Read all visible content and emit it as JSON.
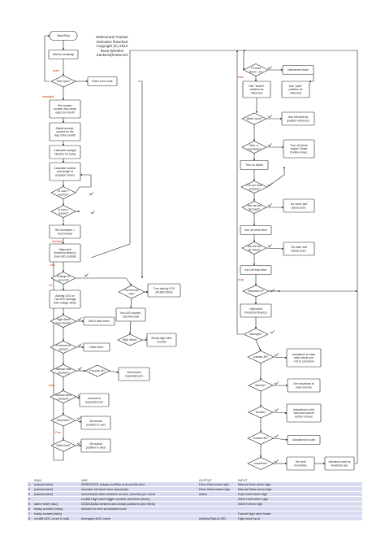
{
  "title_lines": [
    "Webcontrol Tracker",
    "Indicative flowchart",
    "Copyright (C) 2012",
    "Ross Wheeler",
    "trackers@rosw.net"
  ],
  "colors": {
    "box_fill": "#ffffff",
    "stroke": "#222222",
    "legend_row": "#d9dcf0",
    "flag_text": "#cc3300"
  },
  "nodes": [
    {
      "id": "start",
      "shape": "rounded",
      "text": [
        "Start/Stop"
      ]
    },
    {
      "id": "wait_protimap",
      "shape": "rect",
      "text": [
        "Wait for protimap"
      ]
    },
    {
      "id": "time_sync",
      "shape": "diamond",
      "text": [
        "Time sync?"
      ]
    },
    {
      "id": "flash_error",
      "shape": "rect",
      "text": [
        "Flash error code"
      ]
    },
    {
      "id": "set_sunrise",
      "shape": "rect",
      "text": [
        "Set sunrise,",
        "sunset, day creep",
        "rates for month"
      ]
    },
    {
      "id": "adjust_sunrise",
      "shape": "rect",
      "text": [
        "Adjust sunrise,",
        "sunset for the",
        "day of the month"
      ]
    },
    {
      "id": "calc_sunlight",
      "shape": "rect",
      "text": [
        "Calculate sunlight",
        "minutes for today"
      ]
    },
    {
      "id": "calc_actuation",
      "shape": "rect",
      "text": [
        "Calculate number",
        "and length of",
        "actuator moves"
      ]
    },
    {
      "id": "now_sunrise",
      "shape": "diamond",
      "text": [
        "Is now <",
        "sunrise?"
      ]
    },
    {
      "id": "now_sunset",
      "shape": "diamond",
      "text": [
        "Is now >",
        "sunset?"
      ]
    },
    {
      "id": "set_movetime",
      "shape": "rect",
      "text": [
        "Set movetime =",
        "next minute"
      ]
    },
    {
      "id": "high_wind_timer",
      "shape": "rect",
      "text": [
        "High wind",
        "threshold timer(s)",
        "clear A/D on/total"
      ]
    },
    {
      "id": "change_second",
      "shape": "diamond",
      "text": [
        "Change of",
        "second?"
      ]
    },
    {
      "id": "activity_led",
      "shape": "rect",
      "text": [
        "Activity LED on",
        "Calc A/D average",
        "Add voltage offset"
      ]
    },
    {
      "id": "current_sec",
      "shape": "diamond",
      "text": [
        "Current sec",
        "=59?"
      ]
    },
    {
      "id": "turn_activity_off",
      "shape": "rect",
      "text": [
        "Turn activity LED",
        "off after 50ms"
      ]
    },
    {
      "id": "incr_ad",
      "shape": "rect",
      "text": [
        "Incr A/D counter,",
        "add A/D total"
      ]
    },
    {
      "id": "high_wind_over",
      "shape": "diamond",
      "text": [
        "High Wind",
        "over thresh?"
      ]
    },
    {
      "id": "set_wind_timer",
      "shape": "rect",
      "text": [
        "Set hi wind timer"
      ]
    },
    {
      "id": "high_wind_q",
      "shape": "diamond",
      "text": [
        "High Wind?"
      ]
    },
    {
      "id": "bump_counter",
      "shape": "rect",
      "text": [
        "Bump high wind",
        "counter"
      ]
    },
    {
      "id": "hi_wind_cancel",
      "shape": "diamond",
      "text": [
        "Hi wind tmr",
        "cancel?"
      ]
    },
    {
      "id": "clear_timer",
      "shape": "rect",
      "text": [
        "Clear timer."
      ]
    },
    {
      "id": "manual_east",
      "shape": "diamond",
      "text": [
        "Manual east",
        "pressed?"
      ]
    },
    {
      "id": "pos_ok",
      "shape": "diamond",
      "text": [
        "Pos pos ok?"
      ]
    },
    {
      "id": "decrement_pos",
      "shape": "rect",
      "text": [
        "Decrement",
        "requested pos"
      ]
    },
    {
      "id": "manual_west",
      "shape": "diamond",
      "text": [
        "Manual west",
        "pressed?"
      ]
    },
    {
      "id": "increment_pos",
      "shape": "rect",
      "text": [
        "Increment",
        "requested pos"
      ]
    },
    {
      "id": "east_limit",
      "shape": "diamond",
      "text": [
        "East limit?"
      ]
    },
    {
      "id": "set_east_pos",
      "shape": "rect",
      "text": [
        "Set actual",
        "position to east"
      ]
    },
    {
      "id": "west_limit",
      "shape": "diamond",
      "text": [
        "West limit?"
      ]
    },
    {
      "id": "set_west_pos",
      "shape": "rect",
      "text": [
        "Set actual",
        "position to west"
      ]
    },
    {
      "id": "wind_timer_0",
      "shape": "diamond",
      "text": [
        "Hi wind",
        "timer > 0?"
      ]
    },
    {
      "id": "decrement_timer",
      "shape": "rect",
      "text": [
        "Decrement timer"
      ]
    },
    {
      "id": "use_stored",
      "shape": "rect",
      "text": [
        "Use \"stored\"",
        "position as",
        "reference"
      ]
    },
    {
      "id": "use_park",
      "shape": "rect",
      "text": [
        "Use \"park\"",
        "position as",
        "reference"
      ]
    },
    {
      "id": "wash_input",
      "shape": "diamond",
      "text": [
        "Wash input?"
      ]
    },
    {
      "id": "use_full_west",
      "shape": "rect",
      "text": [
        "Use full west as",
        "position reference"
      ]
    },
    {
      "id": "now_movetime",
      "shape": "diamond",
      "text": [
        "Now >=",
        "movetime?"
      ]
    },
    {
      "id": "turn_off_alarm",
      "shape": "rect",
      "text": [
        "Turn off Alarm",
        "output. Reset",
        "PreRun timer."
      ]
    },
    {
      "id": "turn_on_alarm",
      "shape": "rect",
      "text": [
        "Turn on Alarm"
      ]
    },
    {
      "id": "prerun_timer",
      "shape": "diamond",
      "text": [
        "Pre-run time",
        "expired?"
      ]
    },
    {
      "id": "east_of_req",
      "shape": "diamond",
      "text": [
        "Are we too",
        "far East?"
      ]
    },
    {
      "id": "go_west",
      "shape": "rect",
      "text": [
        "Go west, add",
        "actual posn."
      ]
    },
    {
      "id": "turn_off_west",
      "shape": "rect",
      "text": [
        "turn off west drive"
      ]
    },
    {
      "id": "west_of_req",
      "shape": "diamond",
      "text": [
        "Are we too",
        "far West?"
      ]
    },
    {
      "id": "go_east",
      "shape": "rect",
      "text": [
        "Go east, sub",
        "actual posn."
      ]
    },
    {
      "id": "turn_off_east",
      "shape": "rect",
      "text": [
        "turn off east drive"
      ]
    },
    {
      "id": "seconds_0",
      "shape": "diamond",
      "text": [
        "Seconds=0?"
      ]
    },
    {
      "id": "high_wind_flash",
      "shape": "rect",
      "text": [
        "High wind",
        "threshold timer(s)"
      ]
    },
    {
      "id": "midnight",
      "shape": "diamond",
      "text": [
        "Midnight?"
      ]
    },
    {
      "id": "sunrise_30",
      "shape": "diamond",
      "text": [
        "sunrise-30?"
      ]
    },
    {
      "id": "act_east",
      "shape": "rect",
      "text": [
        "Actuations to east,",
        "take actual pos",
        "+10 to overshow"
      ]
    },
    {
      "id": "sunrise_q",
      "shape": "diamond",
      "text": [
        "Sunrise?"
      ]
    },
    {
      "id": "set_movetime_2",
      "shape": "rect",
      "text": [
        "Set movetime to",
        "now+1/move"
      ]
    },
    {
      "id": "sunset_q",
      "shape": "diamond",
      "text": [
        "Sunset?"
      ]
    },
    {
      "id": "act_full_west",
      "shape": "rect",
      "text": [
        "Actuations to full",
        "west and cancel",
        "further moves"
      ]
    },
    {
      "id": "sunset_30",
      "shape": "diamond",
      "text": [
        "sunset+30?"
      ]
    },
    {
      "id": "act_park",
      "shape": "rect",
      "text": [
        "Actuations to park"
      ]
    },
    {
      "id": "movetime_q",
      "shape": "diamond",
      "text": [
        "movetime?"
      ]
    },
    {
      "id": "set_next_movetime",
      "shape": "rect",
      "text": [
        "Set next",
        "movetime"
      ]
    },
    {
      "id": "act_east_by",
      "shape": "rect",
      "text": [
        "Actuators east by",
        "movetime sec."
      ]
    }
  ],
  "flag_labels": [
    "main",
    "midnight",
    "timer",
    "secloop",
    "sec",
    "Hi",
    "loop",
    "Pos",
    "main",
    "loop"
  ],
  "legend": {
    "headers": [
      "RAM",
      "VAR",
      "OUTPUT",
      "INPUT"
    ],
    "rows": [
      {
        "num": "1",
        "ram": "(calc/scratch)",
        "var": "RRRRSSSS todays sunRise and sunSet time",
        "output": "Drive East when high",
        "input": "Manual East when high"
      },
      {
        "num": "2",
        "ram": "(calc/scratch)",
        "var": "Actuator full travel time (seconds)",
        "output": "Drive West when high",
        "input": "Manual West when high"
      },
      {
        "num": "3",
        "ram": "(calc/scratch)",
        "var": "mmmmssss time between moves, seconds per move",
        "output": "Alarm",
        "input": "East Limit when high"
      },
      {
        "num": "4",
        "ram": "",
        "var": "cccttttt High wind trigger counter and timer (secs)",
        "output": "",
        "input": "West Limit when high"
      },
      {
        "num": "5",
        "ram": "alarm timer (sec)",
        "var": "DDDDAAAA Desired and Actual positions (sec West)",
        "output": "",
        "input": "WASH when high"
      },
      {
        "num": "6",
        "ram": "today sunrise (mins)",
        "var": "minutes to next scheduled move",
        "output": "",
        "input": ""
      },
      {
        "num": "7",
        "ram": "today sunset (mins)",
        "var": "",
        "output": "",
        "input": "Cancel high wind mode"
      },
      {
        "num": "8",
        "ram": "cccttttt ADC count & total",
        "var": "Averaged ADC value",
        "output": "Activity/Status LED",
        "input": "High wind Input"
      }
    ]
  }
}
